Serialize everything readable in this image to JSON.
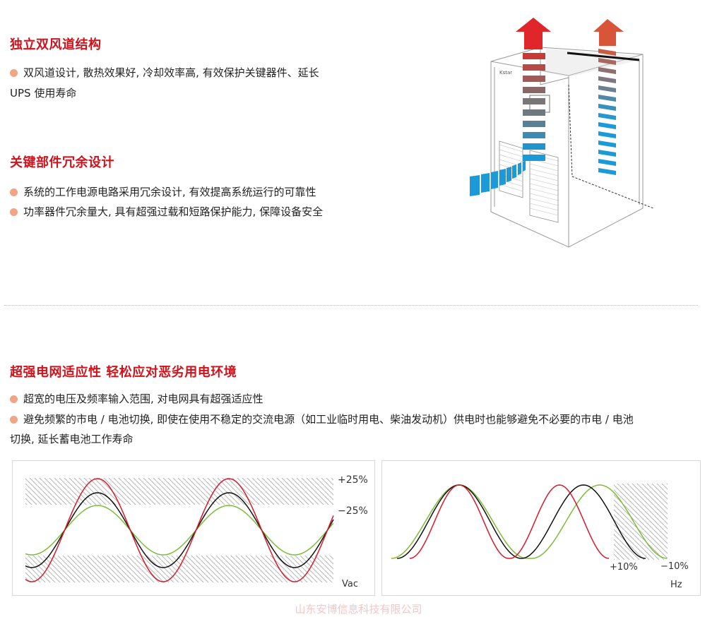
{
  "sections": [
    {
      "title": "独立双风道结构",
      "bullets": [
        "双风道设计, 散热效果好, 冷却效率高, 有效保护关键器件、延长",
        "UPS 使用寿命"
      ]
    },
    {
      "title": "关键部件冗余设计",
      "bullets": [
        "系统的工作电源电路采用冗余设计, 有效提高系统运行的可靠性",
        "功率器件冗余量大, 具有超强过载和短路保护能力, 保障设备安全"
      ]
    },
    {
      "title": "超强电网适应性 轻松应对恶劣用电环境",
      "bullets": [
        "超宽的电压及频率输入范围, 对电网具有超强适应性",
        "避免频繁的市电 / 电池切换, 即使在使用不稳定的交流电源（如工业临时用电、柴油发动机）供电时也能够避免不必要的市电 / 电池",
        "切换, 延长蓄电池工作寿命"
      ]
    }
  ],
  "charts": {
    "voltage": {
      "upper_label": "+25%",
      "lower_label": "−25%",
      "unit": "Vac"
    },
    "frequency": {
      "left_label": "+10%",
      "right_label": "−10%",
      "unit": "Hz"
    }
  },
  "colors": {
    "accent": "#d0121b",
    "bullet": "#f0a585",
    "wave_red": "#d91a2a",
    "wave_black": "#111111",
    "wave_green": "#7dbb3a"
  },
  "device": {
    "logo": "Kstar"
  },
  "footer": {
    "text": "山东安博信息科技有限公司"
  }
}
